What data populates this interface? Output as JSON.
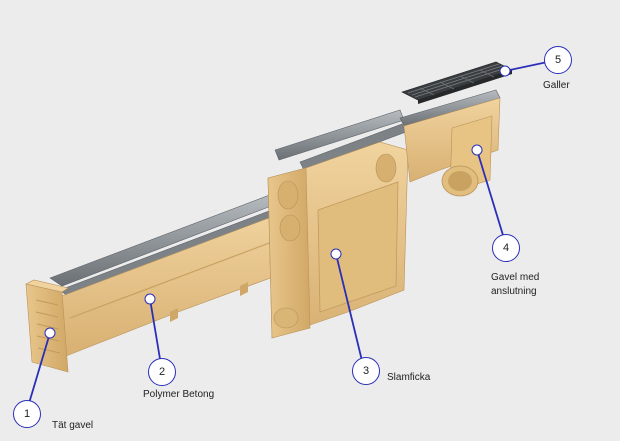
{
  "colors": {
    "background": "#ececec",
    "concrete": "#e4c184",
    "concrete_dark": "#c9a262",
    "concrete_light": "#f0d39e",
    "steel": "#8f959b",
    "steel_dark": "#5e6368",
    "grating": "#3a3d40",
    "leader_line": "#2a2fb8"
  },
  "components": [
    {
      "id": "1",
      "number": "1",
      "label": "Tät gavel"
    },
    {
      "id": "2",
      "number": "2",
      "label": "Polymer Betong"
    },
    {
      "id": "3",
      "number": "3",
      "label": "Slamficka"
    },
    {
      "id": "4",
      "number": "4",
      "label_line1": "Gavel med",
      "label_line2": "anslutning"
    },
    {
      "id": "5",
      "number": "5",
      "label": "Galler"
    }
  ]
}
